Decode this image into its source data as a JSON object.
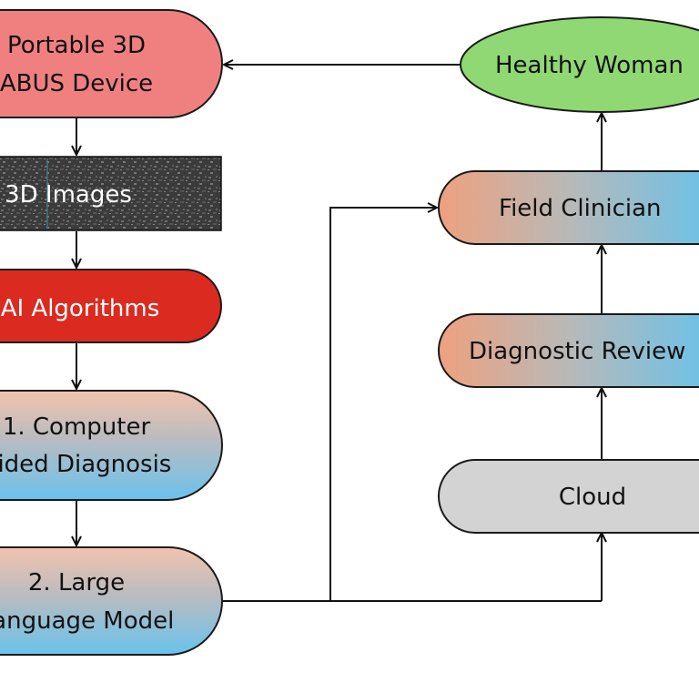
{
  "diagram": {
    "nodes": {
      "device": {
        "line1": "Portable  3D",
        "line2": "ABUS Device",
        "color": "#f08080"
      },
      "images": {
        "label": "3D Images",
        "color": "#3a3a3a"
      },
      "ai": {
        "label": "AI Algorithms",
        "color": "#db2a1f"
      },
      "cad": {
        "line1": "1.   Computer",
        "line2": "Aided Diagnosis",
        "gradient_top": "#f2c3ae",
        "gradient_bottom": "#6ec3ea"
      },
      "llm": {
        "line1": "2.   Large",
        "line2": "Language Model",
        "gradient_top": "#f2c3ae",
        "gradient_bottom": "#6ec3ea"
      },
      "woman": {
        "label": "Healthy Woman",
        "color": "#8fd873"
      },
      "clinician": {
        "label": "Field Clinician",
        "gradient_left": "#eea17f",
        "gradient_right": "#62c2ee"
      },
      "review": {
        "label": "Diagnostic Review",
        "gradient_left": "#eea17f",
        "gradient_right": "#62c2ee"
      },
      "cloud": {
        "label": "Cloud",
        "color": "#d3d3d3"
      }
    },
    "edges": [
      {
        "from": "device",
        "to": "images"
      },
      {
        "from": "images",
        "to": "ai"
      },
      {
        "from": "ai",
        "to": "cad"
      },
      {
        "from": "cad",
        "to": "llm"
      },
      {
        "from": "llm",
        "to": "clinician"
      },
      {
        "from": "llm",
        "to": "cloud"
      },
      {
        "from": "cloud",
        "to": "review"
      },
      {
        "from": "review",
        "to": "clinician"
      },
      {
        "from": "clinician",
        "to": "woman"
      },
      {
        "from": "woman",
        "to": "device"
      }
    ]
  }
}
